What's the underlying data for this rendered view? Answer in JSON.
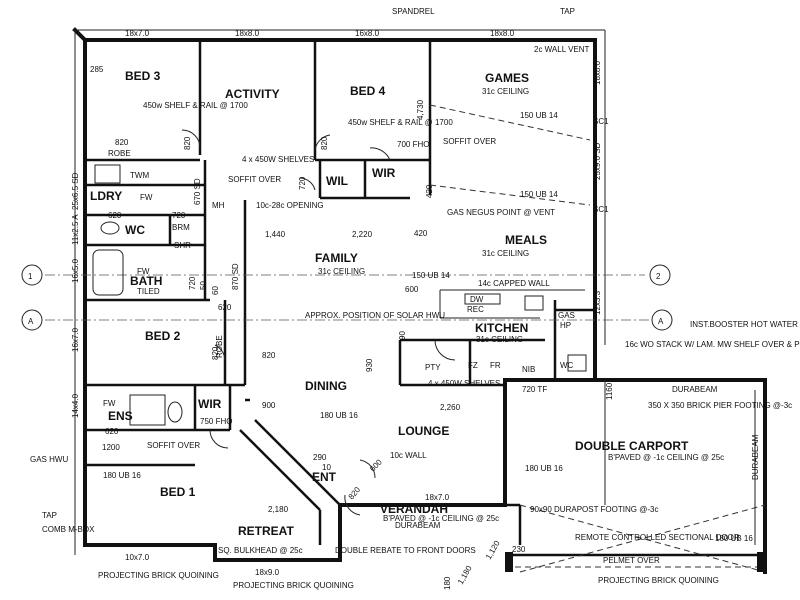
{
  "rooms": {
    "bed3": "BED 3",
    "activity": "ACTIVITY",
    "bed4": "BED 4",
    "games": "GAMES",
    "games_ceiling": "31c CEILING",
    "ldry": "LDRY",
    "wc": "WC",
    "bath": "BATH",
    "bath_note": "TILED",
    "wil": "WIL",
    "wir": "WIR",
    "family": "FAMILY",
    "family_ceiling": "31c CEILING",
    "meals": "MEALS",
    "meals_ceiling": "31c CEILING",
    "bed2": "BED 2",
    "kitchen": "KITCHEN",
    "kitchen_ceiling": "31c CEILING",
    "dining": "DINING",
    "lounge": "LOUNGE",
    "ens": "ENS",
    "wir2": "WIR",
    "bed1": "BED 1",
    "ent": "ENT",
    "retreat": "RETREAT",
    "verandah": "VERANDAH",
    "carport": "DOUBLE CARPORT"
  },
  "labels": {
    "spandrel": "SPANDREL",
    "tap": "TAP",
    "tap2": "TAP",
    "vent": "2c WALL VENT",
    "shelf_bed3": "450w SHELF & RAIL @ 1700",
    "shelf_bed4": "450w SHELF & RAIL @ 1700",
    "robe": "ROBE",
    "robe2": "ROBE",
    "soffit1": "SOFFIT OVER",
    "soffit2": "SOFFIT OVER",
    "soffit3": "SOFFIT OVER",
    "shelves": "4 x 450W SHELVES",
    "shelves2": "4 x 450W SHELVES",
    "fho": "700 FHO",
    "fho2": "750 FHO",
    "twm": "TWM",
    "fw": "FW",
    "fw2": "FW",
    "fw3": "FW",
    "brm": "BRM",
    "shr": "SHR",
    "mh": "MH",
    "opening": "10c-28c OPENING",
    "gas_point": "GAS NEGUS POINT @ VENT",
    "capped_wall": "14c CAPPED WALL",
    "dw": "DW",
    "rec": "REC",
    "gas": "GAS",
    "hp": "HP",
    "solar": "APPROX. POSITION OF SOLAR HWU",
    "pty": "PTY",
    "fz": "FZ",
    "fr": "FR",
    "nib": "NIB",
    "wc_k": "WC",
    "booster": "INST.BOOSTER HOT WATER UNIT.",
    "wo_stack": "16c WO STACK W/ LAM. MW SHELF OVER & POT DRAWER BELOW",
    "durabeam1": "DURABEAM",
    "durabeam2": "DURABEAM",
    "durabeam3": "DURABEAM",
    "pier": "350 X 350 BRICK PIER FOOTING @-3c",
    "carport_paved": "B'PAVED @ -1c CEILING @ 25c",
    "verandah_paved": "B'PAVED @ -1c CEILING @ 25c",
    "durapost": "90x90 DURAPOST FOOTING @-3c",
    "door": "REMOTE CONTROLLED SECTIONAL DOOR",
    "pelmet": "PELMET OVER",
    "quoining1": "PROJECTING BRICK QUOINING",
    "quoining2": "PROJECTING BRICK QUOINING",
    "quoining3": "PROJECTING BRICK QUOINING",
    "bulkhead": "SQ. BULKHEAD @ 25c",
    "rebate": "DOUBLE REBATE TO FRONT DOORS",
    "wall10c": "10c WALL",
    "comb": "COMB M-BOX",
    "gas_hwu": "GAS HWU",
    "ub1": "150 UB 14",
    "ub2": "150 UB 14",
    "ub3": "150 UB 14",
    "ub4": "180 UB 16",
    "ub5": "180 UB 16",
    "ub6": "180 UB 16",
    "ub7": "180 UB 16",
    "sc1": "SC1",
    "sc2": "SC1",
    "grid1": "1",
    "grid2": "2",
    "gridA1": "A",
    "gridA2": "A"
  },
  "dims": {
    "d_top1": "18x7.0",
    "d_top2": "18x8.0",
    "d_top3": "16x8.0",
    "d_top4": "18x8.0",
    "d_r1": "18x8.0",
    "d_r2": "25x9.0 SD",
    "d_r3": "12x3.3",
    "d_l1": "25x6.5 SD",
    "d_l2": "11x2.5 A",
    "d_l3": "16x5.0",
    "d_l4": "16x7.0",
    "d_l5": "14x4.0",
    "d_bot1": "10x7.0",
    "d_bot2": "18x9.0",
    "d_ver": "18x7.0",
    "d_670": "670 SD",
    "d_870": "870 SD",
    "d_285": "285",
    "d_820a": "820",
    "d_820b": "820",
    "d_820c": "820",
    "d_820d": "820",
    "d_820e": "820",
    "d_820f": "820",
    "d_620a": "620",
    "d_620b": "620",
    "d_620c": "620",
    "d_720a": "720",
    "d_720b": "720",
    "d_720c": "720",
    "d_720d": "720 TF",
    "d_1440": "1,440",
    "d_2220": "2,220",
    "d_420a": "420",
    "d_420b": "420",
    "d_4730": "4,730",
    "d_600a": "600",
    "d_600b": "600",
    "d_2260": "2,260",
    "d_900": "900",
    "d_1200": "1200",
    "d_930": "930",
    "d_2180": "2,180",
    "d_290": "290",
    "d_1120": "1,120",
    "d_1180": "1,180",
    "d_1160": "1160",
    "d_230": "230",
    "d_180": "180",
    "d_90a": "90",
    "d_10": "10",
    "d_60": "60",
    "d_50": "50"
  }
}
